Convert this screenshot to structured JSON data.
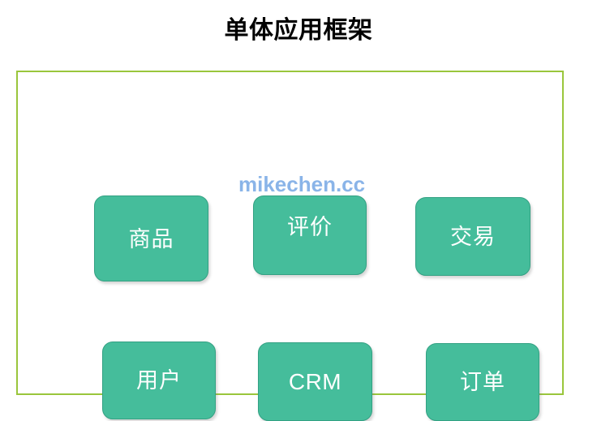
{
  "page": {
    "title": "单体应用框架",
    "background_color": "#ffffff"
  },
  "frame": {
    "border_color": "#9ac63c",
    "fill_color": "#ffffff"
  },
  "theme": {
    "box_fill": "#45bd9b",
    "box_border": "#33a183",
    "box_text": "#ffffff",
    "title_text": "#000000",
    "watermark_color": "#8ab4e8"
  },
  "watermark": {
    "text": "mikechen.cc"
  },
  "diagram": {
    "rows": [
      {
        "modules": [
          {
            "id": "goods",
            "label": "商品"
          },
          {
            "id": "review",
            "label": "评价"
          },
          {
            "id": "trade",
            "label": "交易"
          }
        ]
      },
      {
        "modules": [
          {
            "id": "user",
            "label": "用户"
          },
          {
            "id": "crm",
            "label": "CRM"
          },
          {
            "id": "order",
            "label": "订单"
          }
        ]
      }
    ]
  }
}
